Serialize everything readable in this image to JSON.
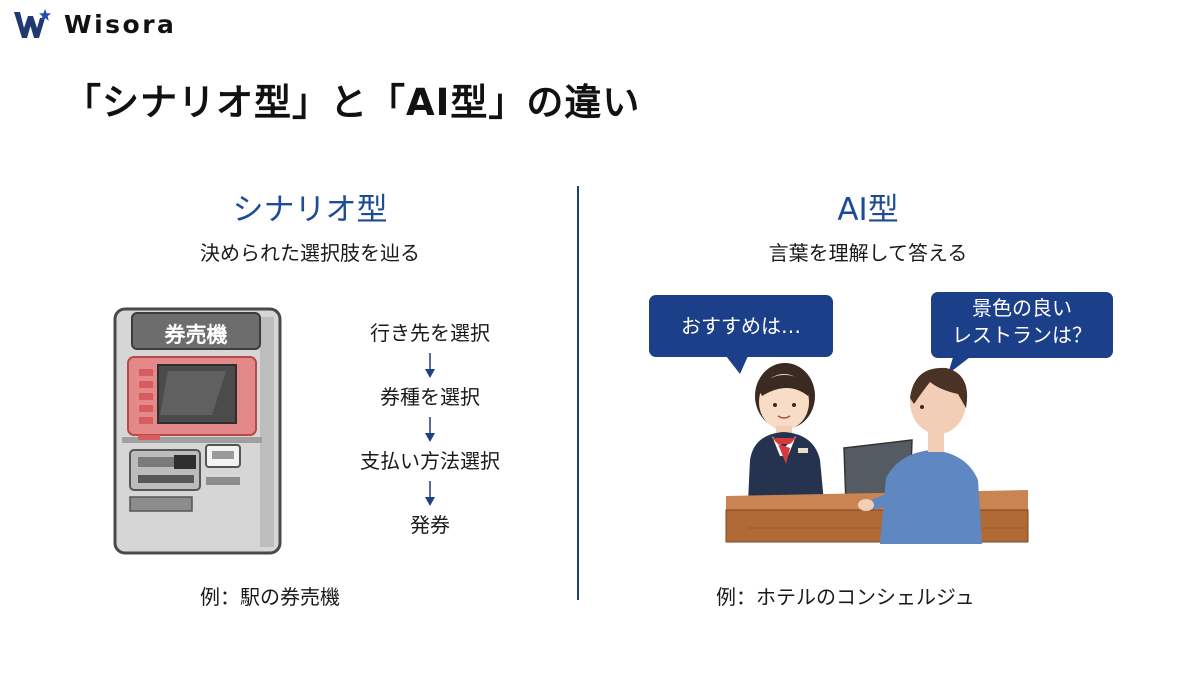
{
  "brand": {
    "name": "Wisora"
  },
  "slide": {
    "title": "「シナリオ型」と「AI型」の違い"
  },
  "scenario": {
    "heading": "シナリオ型",
    "subtitle": "決められた選択肢を辿る",
    "machine_label": "券売機",
    "steps": [
      "行き先を選択",
      "券種を選択",
      "支払い方法選択",
      "発券"
    ],
    "example": "例：駅の券売機"
  },
  "ai": {
    "heading": "AI型",
    "subtitle": "言葉を理解して答える",
    "bubble_staff": "おすすめは…",
    "bubble_guest_line1": "景色の良い",
    "bubble_guest_line2": "レストランは？",
    "example": "例：ホテルのコンシェルジュ"
  },
  "colors": {
    "accent_blue": "#1e4b96",
    "bubble_blue": "#1c3f8a",
    "machine_red": "#d4585a",
    "counter_brown": "#b8743f"
  }
}
